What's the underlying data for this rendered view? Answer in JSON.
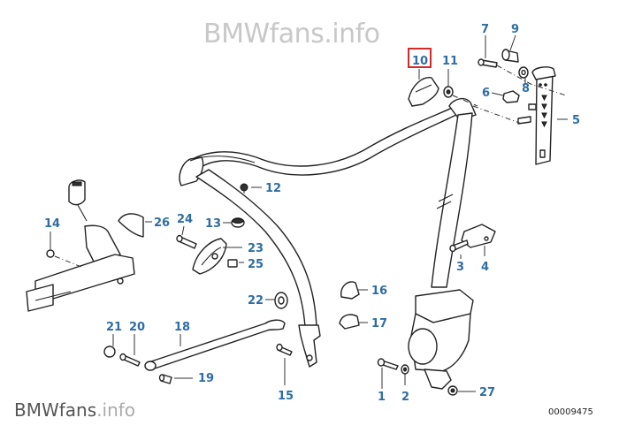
{
  "watermark": {
    "top": "BMWfans.info",
    "bottom_brand": "BMWfans",
    "bottom_suffix": ".info"
  },
  "drawing_number": "00009475",
  "highlighted_part": "10",
  "colors": {
    "callout": "#2e6da4",
    "highlight": "#d42a2a",
    "line": "#222222"
  },
  "callouts": {
    "c1": "1",
    "c2": "2",
    "c3": "3",
    "c4": "4",
    "c5": "5",
    "c6": "6",
    "c7": "7",
    "c8": "8",
    "c9": "9",
    "c10": "10",
    "c11": "11",
    "c12": "12",
    "c13": "13",
    "c14": "14",
    "c15": "15",
    "c16": "16",
    "c17": "17",
    "c18": "18",
    "c19": "19",
    "c20": "20",
    "c21": "21",
    "c22": "22",
    "c23": "23",
    "c24": "24",
    "c25": "25",
    "c26": "26",
    "c27": "27"
  }
}
